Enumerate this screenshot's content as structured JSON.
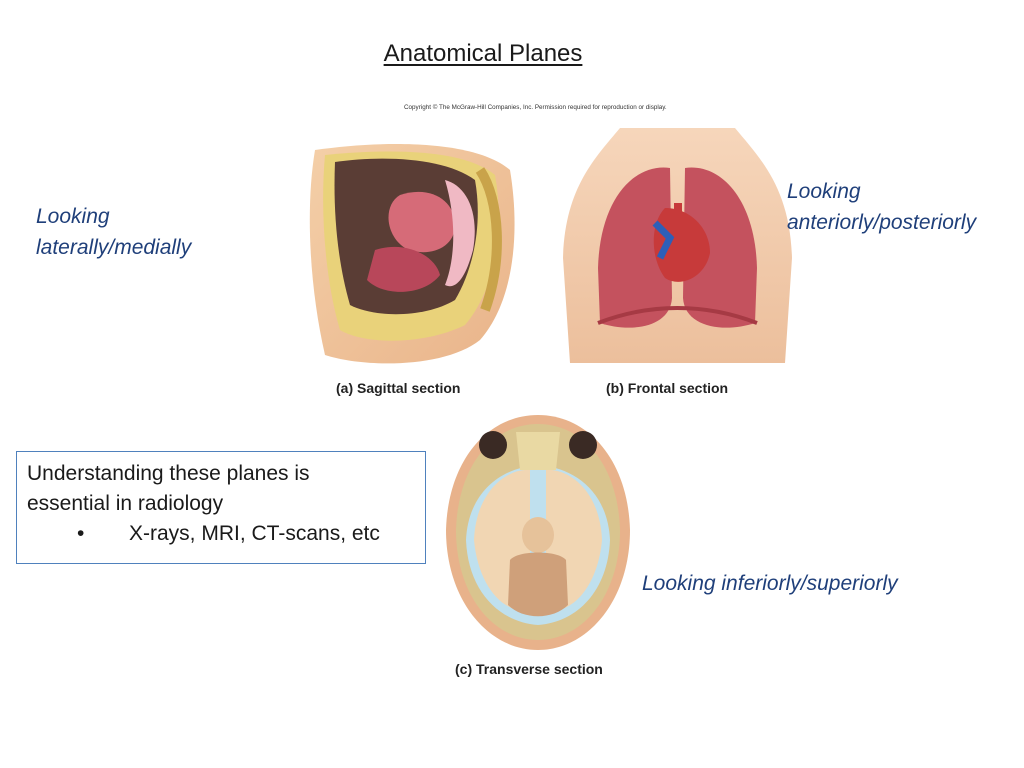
{
  "slide": {
    "title": "Anatomical Planes",
    "copyright": "Copyright © The McGraw-Hill Companies, Inc. Permission required for reproduction or display.",
    "notes": {
      "sagittal": [
        "Looking",
        "laterally/medially"
      ],
      "frontal": [
        "Looking",
        "anteriorly/posteriorly"
      ],
      "transverse": "Looking inferiorly/superiorly"
    },
    "captions": {
      "a": "(a) Sagittal section",
      "b": "(b) Frontal section",
      "c": "(c) Transverse section"
    },
    "box": {
      "line1": "Understanding these planes is",
      "line2": "essential in radiology",
      "bullet_symbol": "•",
      "bullet_text": "X-rays, MRI, CT-scans, etc"
    }
  }
}
